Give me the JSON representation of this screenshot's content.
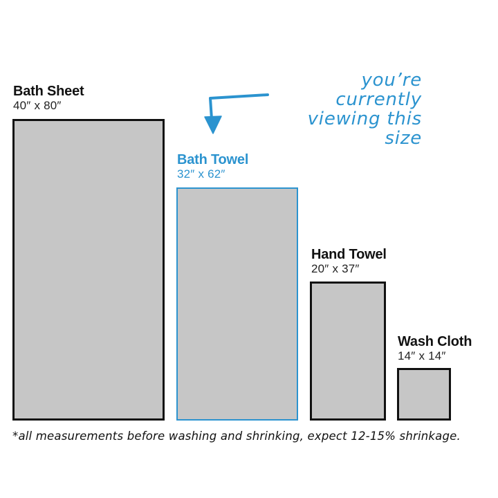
{
  "callout": {
    "line1": "you’re currently",
    "line2": "viewing this size",
    "color": "#2b93cf",
    "icon": "curved-arrow-down-icon"
  },
  "sizes": [
    {
      "name": "Bath Sheet",
      "dims": "40″ x 80″",
      "width_in": 40,
      "length_in": 80,
      "selected": false
    },
    {
      "name": "Bath Towel",
      "dims": "32″ x 62″",
      "width_in": 32,
      "length_in": 62,
      "selected": true
    },
    {
      "name": "Hand Towel",
      "dims": "20″ x 37″",
      "width_in": 20,
      "length_in": 37,
      "selected": false
    },
    {
      "name": "Wash Cloth",
      "dims": "14″ x 14″",
      "width_in": 14,
      "length_in": 14,
      "selected": false
    }
  ],
  "footnote": "*all measurements before washing and shrinking, expect 12-15% shrinkage.",
  "colors": {
    "accent": "#2b93cf",
    "box_fill": "#c6c6c6",
    "box_border": "#111111"
  }
}
